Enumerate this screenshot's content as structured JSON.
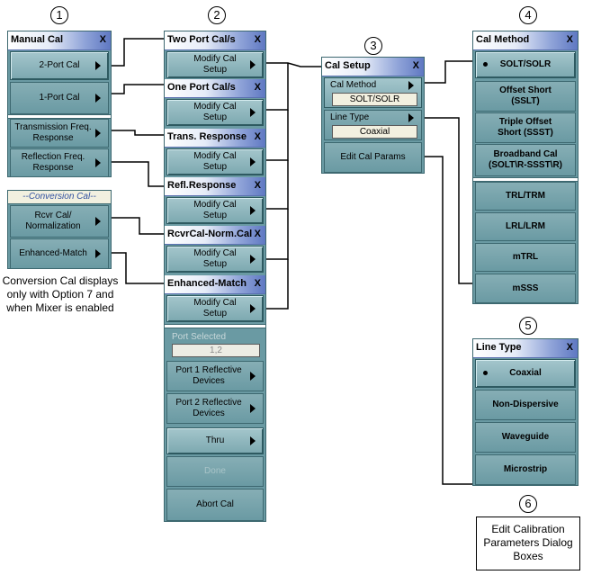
{
  "circles": [
    "1",
    "2",
    "3",
    "4",
    "5",
    "6"
  ],
  "manual_cal": {
    "title": "Manual Cal",
    "close": "X",
    "items": [
      "2-Port Cal",
      "1-Port Cal",
      "Transmission Freq. Response",
      "Reflection Freq. Response"
    ]
  },
  "conversion_cal": {
    "title": "--Conversion Cal--",
    "items": [
      "Rcvr Cal/ Normalization",
      "Enhanced-Match"
    ],
    "note": "Conversion Cal displays only with Option 7 and when Mixer is enabled"
  },
  "column2": {
    "panels": [
      {
        "title": "Two Port Cal/s",
        "button": "Modify Cal Setup"
      },
      {
        "title": "One Port Cal/s",
        "button": "Modify Cal Setup"
      },
      {
        "title": "Trans. Response",
        "button": "Modify Cal Setup"
      },
      {
        "title": "Refl.Response",
        "button": "Modify Cal Setup"
      },
      {
        "title": "RcvrCal-Norm.Cal",
        "button": "Modify Cal Setup"
      },
      {
        "title": "Enhanced-Match",
        "button": "Modify Cal Setup"
      }
    ],
    "close": "X",
    "port_selected_label": "Port Selected",
    "port_selected_value": "1,2",
    "port1": "Port 1 Reflective Devices",
    "port2": "Port 2 Reflective Devices",
    "thru": "Thru",
    "done": "Done",
    "abort": "Abort Cal"
  },
  "cal_setup": {
    "title": "Cal Setup",
    "close": "X",
    "cal_method_label": "Cal Method",
    "cal_method_value": "SOLT/SOLR",
    "line_type_label": "Line Type",
    "line_type_value": "Coaxial",
    "edit": "Edit Cal Params"
  },
  "cal_method": {
    "title": "Cal Method",
    "close": "X",
    "items": [
      "SOLT/SOLR",
      "Offset Short (SSLT)",
      "Triple Offset Short (SSST)",
      "Broadband Cal (SOLT\\R-SSST\\R)",
      "TRL/TRM",
      "LRL/LRM",
      "mTRL",
      "mSSS"
    ]
  },
  "line_type": {
    "title": "Line Type",
    "close": "X",
    "items": [
      "Coaxial",
      "Non-Dispersive",
      "Waveguide",
      "Microstrip"
    ]
  },
  "edit_box": "Edit Calibration Parameters Dialog Boxes"
}
